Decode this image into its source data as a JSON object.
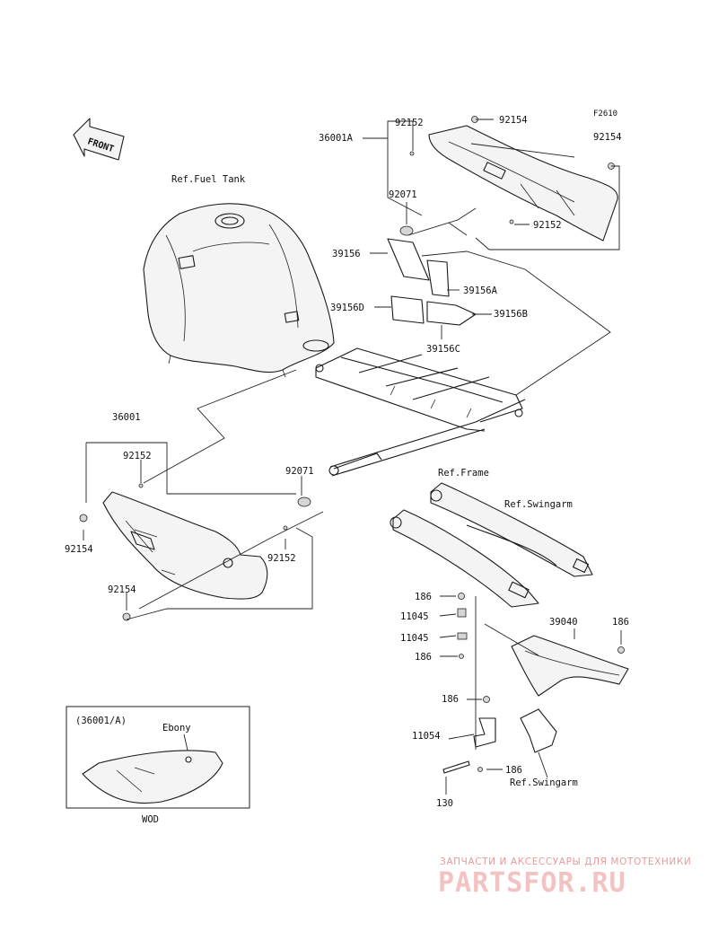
{
  "diagram_code": "F2610",
  "front_label": "FRONT",
  "refs": {
    "fuel_tank": "Ref.Fuel Tank",
    "frame": "Ref.Frame",
    "swingarm_upper": "Ref.Swingarm",
    "swingarm_lower": "Ref.Swingarm"
  },
  "part_numbers": {
    "upper_cover": "36001A",
    "lower_cover": "36001",
    "p92152_a": "92152",
    "p92154_a": "92154",
    "p92154_b": "92154",
    "p92071_a": "92071",
    "p92152_b": "92152",
    "p39156": "39156",
    "p39156A": "39156A",
    "p39156D": "39156D",
    "p39156B": "39156B",
    "p39156C": "39156C",
    "p92152_c": "92152",
    "p92071_b": "92071",
    "p92154_c": "92154",
    "p92152_d": "92152",
    "p92154_d": "92154",
    "p186_a": "186",
    "p11045_a": "11045",
    "p11045_b": "11045",
    "p186_b": "186",
    "p39040": "39040",
    "p186_c": "186",
    "p186_d": "186",
    "p11054": "11054",
    "p186_e": "186",
    "p130": "130"
  },
  "inset": {
    "title": "(36001/A)",
    "color_label": "Ebony",
    "model": "WOD"
  },
  "watermark": {
    "top_text": "ЗАПЧАСТИ И АКСЕССУАРЫ ДЛЯ МОТОТЕХНИКИ",
    "logo": "PARTSFOR.RU"
  }
}
